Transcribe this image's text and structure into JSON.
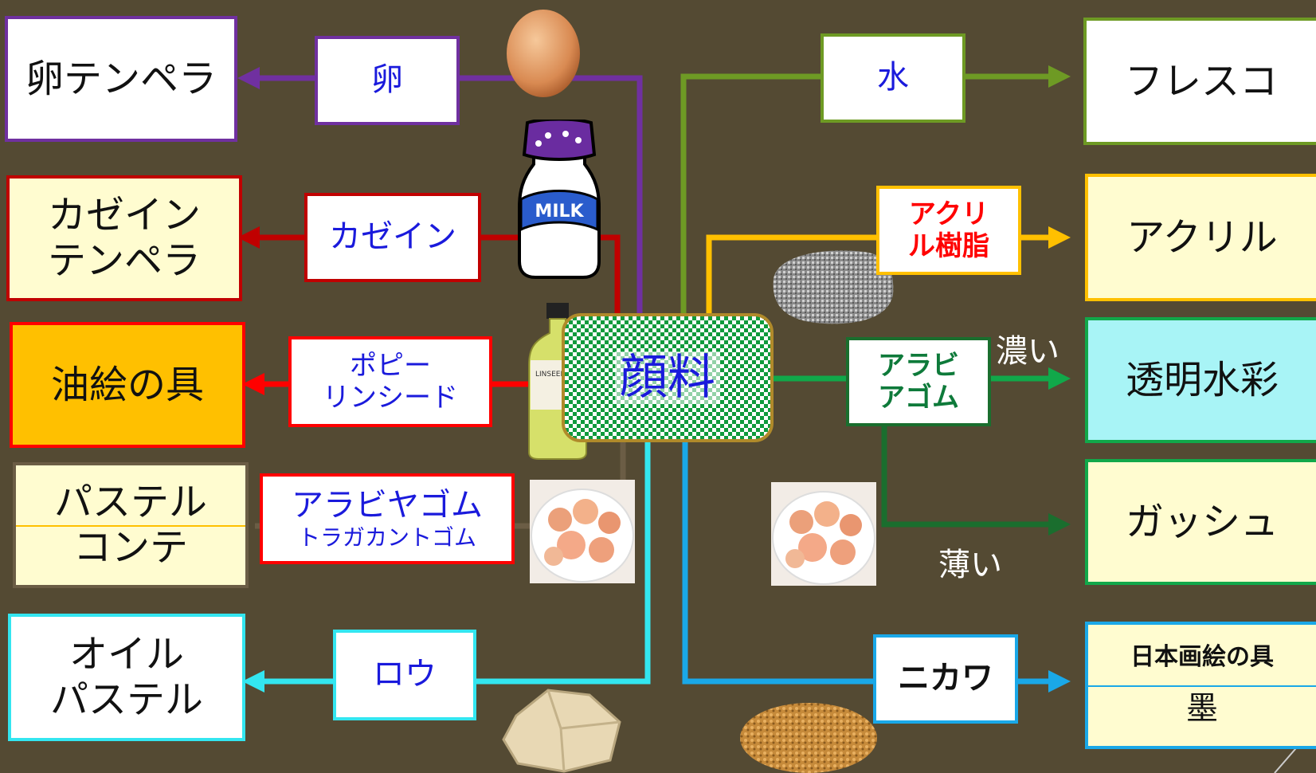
{
  "center": {
    "label": "顔料"
  },
  "binders": {
    "egg": "卵",
    "casein": "カゼイン",
    "poppy_line1": "ポピー",
    "poppy_line2": "リンシード",
    "arabic_line1": "アラビヤゴム",
    "arabic_line2": "トラガカントゴム",
    "wax": "ロウ",
    "water": "水",
    "acrylic_line1": "アクリ",
    "acrylic_line2": "ル樹脂",
    "arabic_gum_line1": "アラビ",
    "arabic_gum_line2": "アゴム",
    "nikawa": "ニカワ"
  },
  "outputs": {
    "egg_tempera": "卵テンペラ",
    "casein_tempera_line1": "カゼイン",
    "casein_tempera_line2": "テンペラ",
    "oil_paint": "油絵の具",
    "pastel": "パステル",
    "conte": "コンテ",
    "oil_pastel_line1": "オイル",
    "oil_pastel_line2": "パステル",
    "fresco": "フレスコ",
    "acrylic": "アクリル",
    "watercolor": "透明水彩",
    "gouache": "ガッシュ",
    "nihonga": "日本画絵の具",
    "sumi": "墨"
  },
  "notes": {
    "thick": "濃い",
    "thin": "薄い"
  },
  "milk_label": "MILK",
  "oil_label": "LINSEED OIL",
  "colors": {
    "background": "#544a33",
    "egg": "#7030a0",
    "casein": "#c00000",
    "poppy": "#ff0000",
    "arabic": "#6b5d45",
    "wax": "#33e6f0",
    "water": "#6e9a24",
    "acrylic": "#ffc000",
    "arabic_gum": "#11a84a",
    "gouache": "#1a6e2e",
    "nikawa": "#1aa8e8",
    "center_pattern": "#0f9a3c"
  }
}
